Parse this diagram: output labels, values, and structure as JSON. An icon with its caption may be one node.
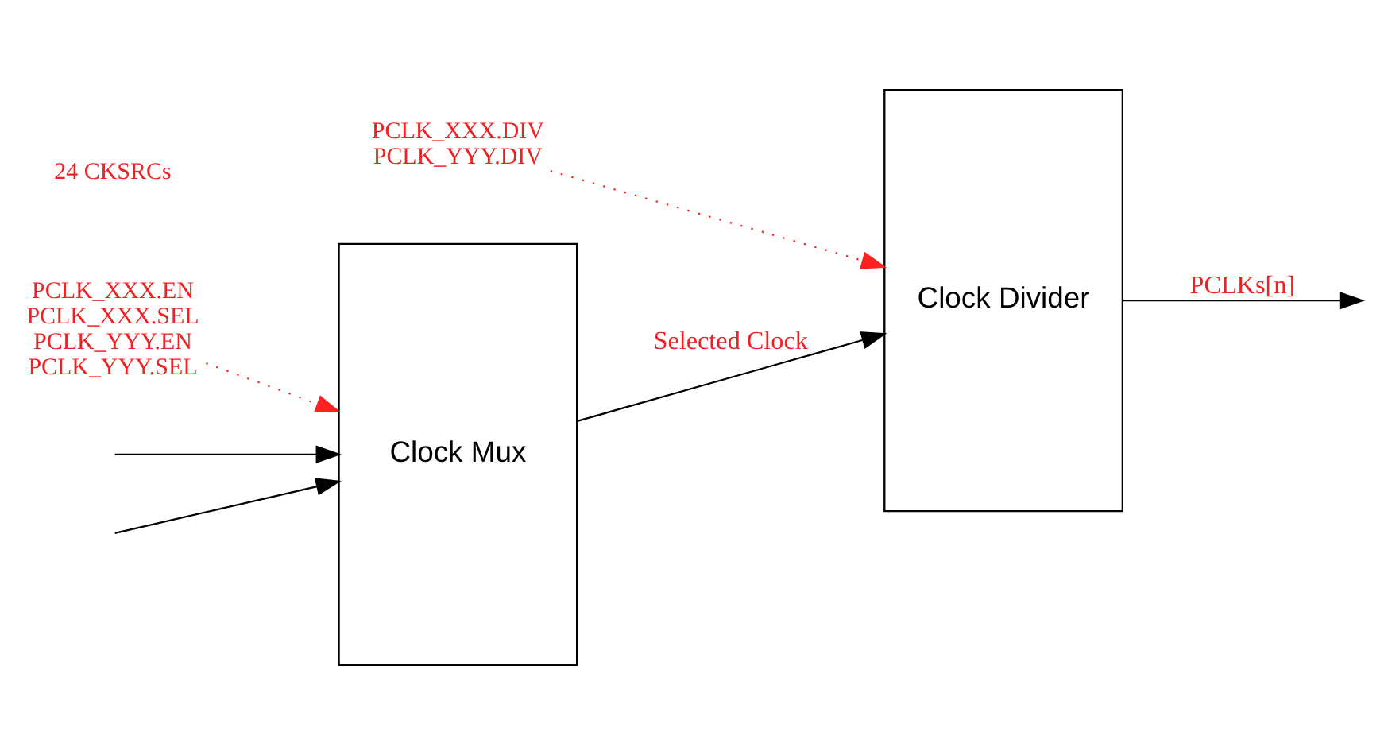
{
  "diagram": {
    "nodes": [
      {
        "text": [
          "Clock Mux"
        ]
      },
      {
        "text": [
          "Clock Divider"
        ]
      },
      {
        "text": [
          "PCLK_XXX.EN",
          "PCLK_XXX.SEL",
          "PCLK_YYY.EN",
          "PCLK_YYY.SEL"
        ]
      },
      {
        "text": [
          "PCLK_XXX.DIV",
          "PCLK_YYY.DIV"
        ]
      }
    ],
    "edges": [
      {
        "from": null,
        "to": 0,
        "arrow": "to"
      },
      {
        "from": null,
        "to": 0,
        "arrow": "to"
      },
      {
        "from": 0,
        "to": 1,
        "arrow": "to",
        "label": "Selected Clock"
      },
      {
        "from": 1,
        "to": null,
        "arrow": "to",
        "label": "PCLKs[n]"
      },
      {
        "from": 2,
        "to": 0,
        "arrow": "to",
        "style": "dashed",
        "color": "#ff2020"
      },
      {
        "from": 3,
        "to": 1,
        "arrow": "to",
        "style": "dashed",
        "color": "#ff2020"
      }
    ],
    "labels": [
      "24 CKSRCs"
    ]
  }
}
